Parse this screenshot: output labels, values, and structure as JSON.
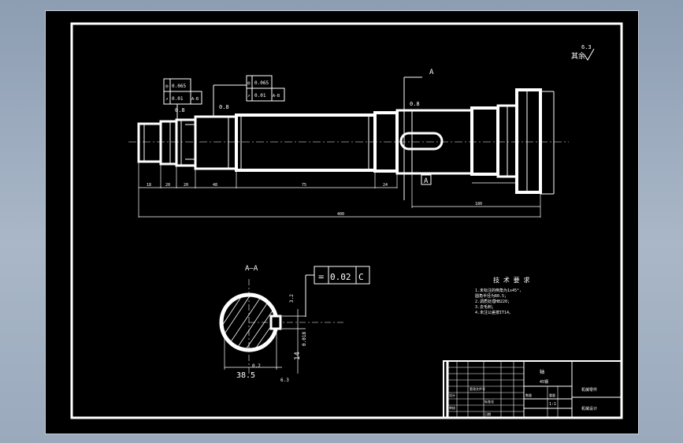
{
  "drawing": {
    "roughness_note": "其余",
    "roughness_note_value": "6.3",
    "section_title": "A—A",
    "section_mark": "A",
    "section_mark_lower": "A",
    "tolerance_frame_section": {
      "symbol": "=",
      "value": "0.02",
      "datum": "C"
    },
    "tolerance_frame_left": [
      {
        "symbol": "◎",
        "value": "0.065",
        "datum": ""
      },
      {
        "symbol": "↗",
        "value": "0.01",
        "datum": "A-B"
      }
    ],
    "tolerance_frame_mid": [
      {
        "symbol": "◎",
        "value": "0.065",
        "datum": ""
      },
      {
        "symbol": "↗",
        "value": "0.01",
        "datum": "A-B"
      }
    ],
    "roughness_left": "0.8",
    "roughness_mid": "0.8",
    "roughness_key": "0.8",
    "section_diameter": "38.5",
    "section_diameter_tol": "0.2",
    "section_width": "14",
    "section_width_tol": "0.018",
    "section_roughness": "6.3",
    "section_roughness2": "3.2",
    "dims": {
      "seg1": "18",
      "seg2": "20",
      "seg3": "20",
      "seg4": "48",
      "seg5": "75",
      "seg6": "24",
      "total": "400",
      "right": "180"
    },
    "tech_requirements": {
      "title": "技 术 要 求",
      "items": [
        "1.未标注的倒角为1x45°，",
        "  圆角半径为R0.5；",
        "2.调质处理HB220；",
        "3.去毛刺；",
        "4.未注公差按IT14。"
      ]
    },
    "title_block": {
      "part_name": "轴",
      "material": "45钢",
      "drawing_no": "机械零件",
      "scale": "1:1",
      "school": "机械设计",
      "designer": "设计",
      "checker": "审核",
      "standard": "标准化",
      "date": "日期",
      "quantity": "数量",
      "weight": "重量",
      "revision": "更改文件号"
    }
  }
}
